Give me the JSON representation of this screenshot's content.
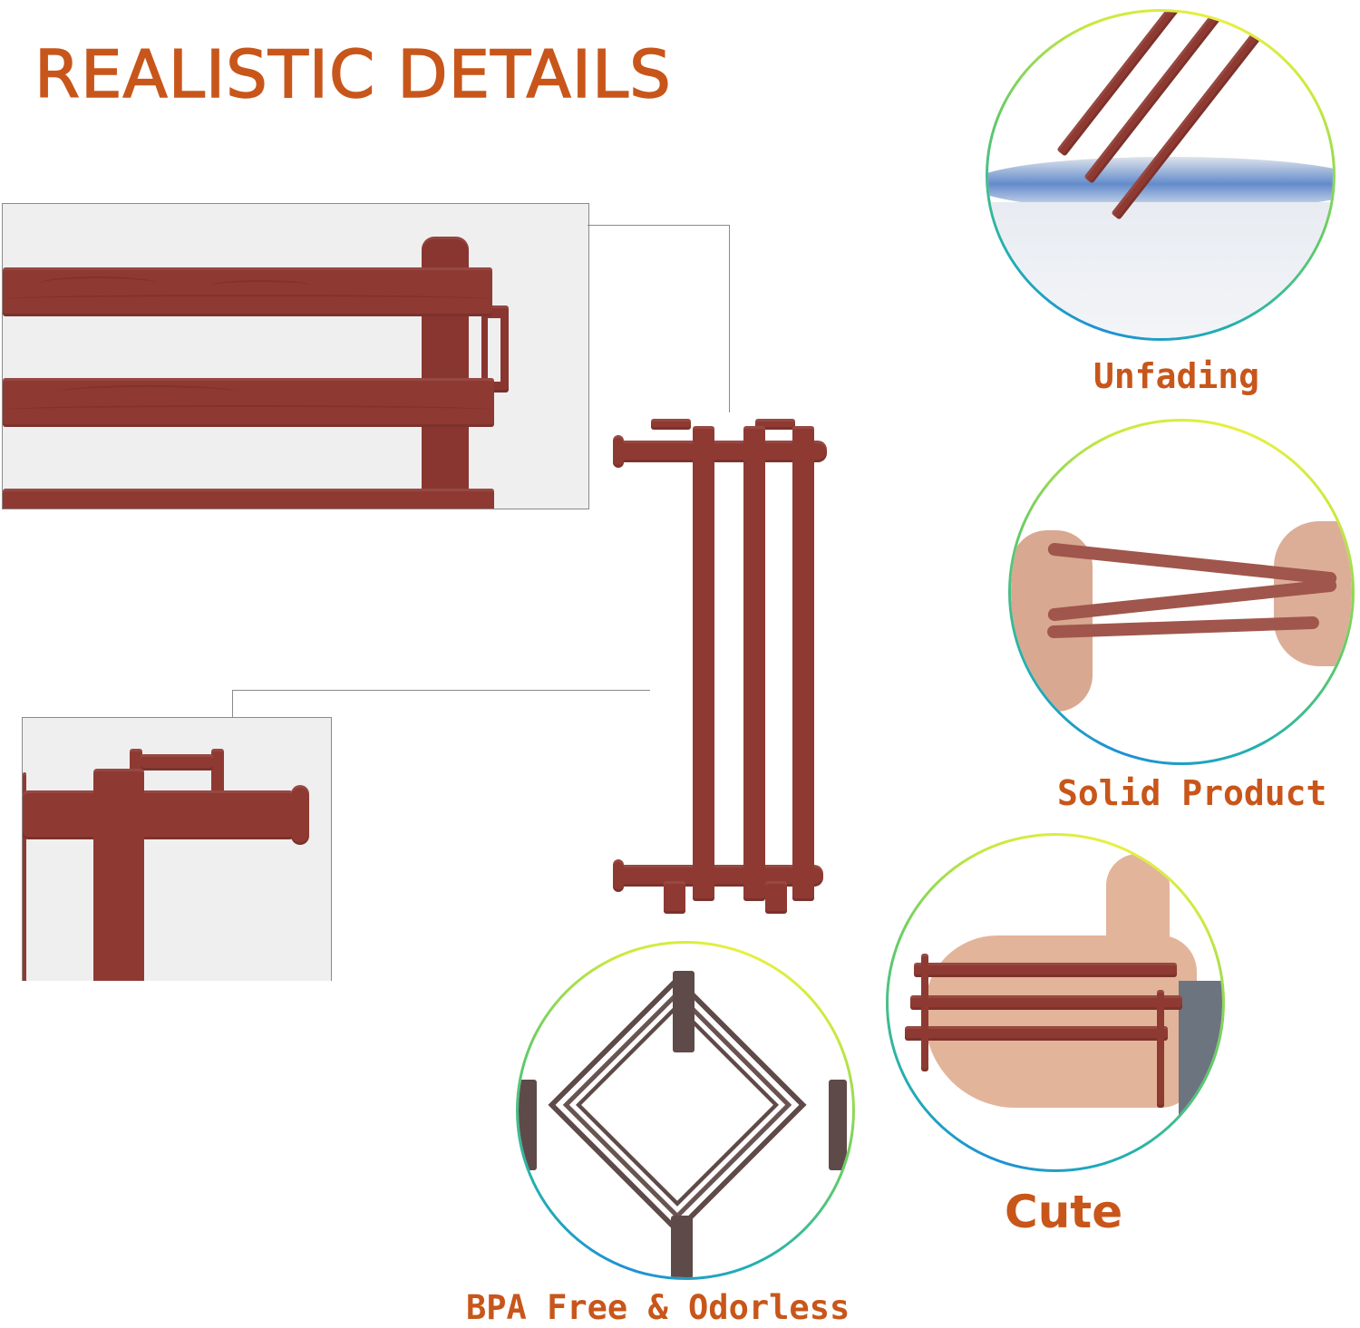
{
  "header": {
    "title": "REALISTIC DETAILS"
  },
  "features": [
    {
      "label": "Unfading",
      "image": "fence-in-water"
    },
    {
      "label": "Solid Product",
      "image": "fence-bent-by-hands"
    },
    {
      "label": "Cute",
      "image": "fence-on-palm"
    },
    {
      "label": "BPA Free & Odorless",
      "image": "fence-square-enclosure"
    }
  ],
  "panels": {
    "top_closeup": "fence-rail-closeup",
    "bottom_closeup": "fence-post-closeup",
    "center_product": "fence-panel-full"
  },
  "colors": {
    "accent_text": "#c8561a",
    "fence_red": "#8e3a32",
    "panel_bg": "#f0eff0",
    "ring_blue": "#1e90d6",
    "ring_yellow": "#d8ec40"
  }
}
